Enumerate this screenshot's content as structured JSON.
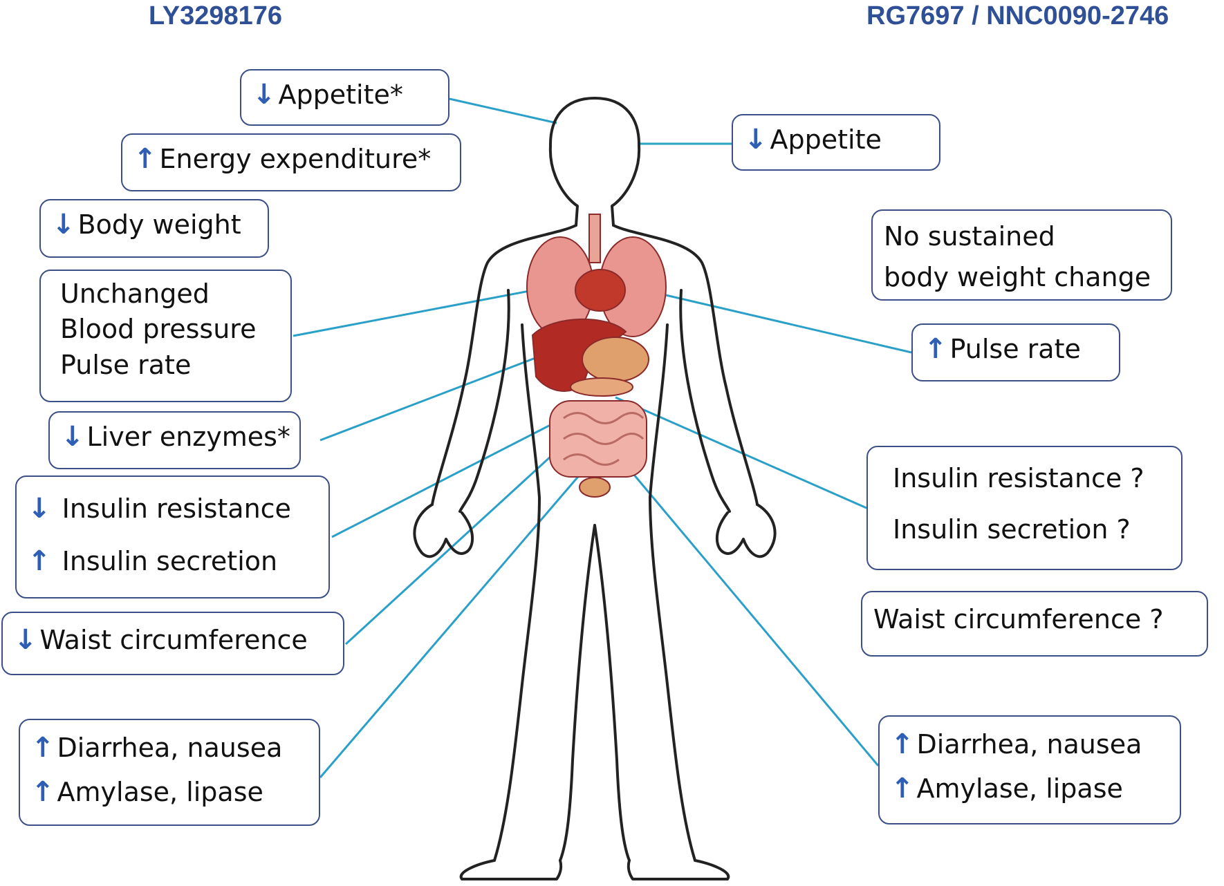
{
  "headers": {
    "left": "LY3298176",
    "right": "RG7697 / NNC0090-2746"
  },
  "icons": {
    "down": "↓",
    "up": "↑"
  },
  "colors": {
    "header": "#2f4f96",
    "box_border": "#3b4f86",
    "arrow": "#2e5fb5",
    "connector": "#2aa0c8"
  },
  "left_boxes": {
    "appetite": {
      "icon": "down",
      "text": "Appetite*"
    },
    "energy": {
      "icon": "up",
      "text": "Energy expenditure*"
    },
    "weight": {
      "icon": "down",
      "text": "Body weight"
    },
    "unchanged": {
      "lines": [
        "Unchanged",
        "Blood pressure",
        "Pulse rate"
      ]
    },
    "liver": {
      "icon": "down",
      "text": "Liver enzymes*"
    },
    "insulin": {
      "resistance": {
        "icon": "down",
        "text": "Insulin resistance"
      },
      "secretion": {
        "icon": "up",
        "text": "Insulin secretion"
      }
    },
    "waist": {
      "icon": "down",
      "text": "Waist circumference"
    },
    "gi": {
      "diarrhea": {
        "icon": "up",
        "text": "Diarrhea, nausea"
      },
      "amylase": {
        "icon": "up",
        "text": "Amylase, lipase"
      }
    }
  },
  "right_boxes": {
    "appetite": {
      "icon": "down",
      "text": "Appetite"
    },
    "weight": {
      "lines": [
        "No sustained",
        "body weight change"
      ]
    },
    "pulse": {
      "icon": "up",
      "text": "Pulse rate"
    },
    "insulin": {
      "lines": [
        "Insulin resistance ?",
        "Insulin secretion ?"
      ]
    },
    "waist": {
      "text": "Waist circumference ?"
    },
    "gi": {
      "diarrhea": {
        "icon": "up",
        "text": "Diarrhea, nausea"
      },
      "amylase": {
        "icon": "up",
        "text": "Amylase, lipase"
      }
    }
  }
}
